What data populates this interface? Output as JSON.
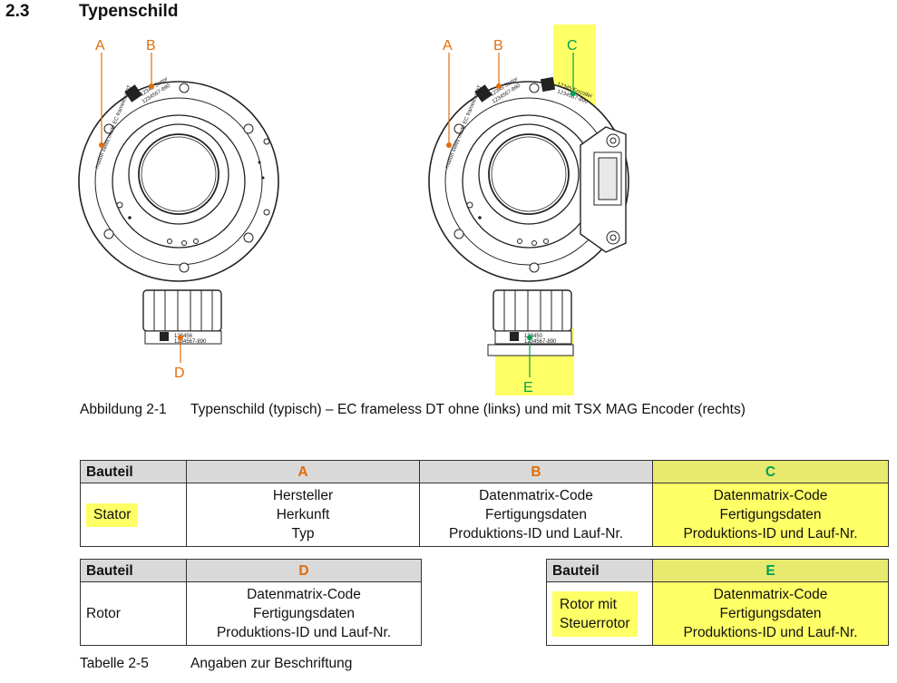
{
  "section": {
    "number": "2.3",
    "title": "Typenschild"
  },
  "figure": {
    "labels": {
      "a": "A",
      "b": "B",
      "c": "C",
      "d": "D",
      "e": "E"
    },
    "plate_text": {
      "left_stator_a": "maxon swiss made EC frameless DT",
      "stator_b_line1": "12345 Stator",
      "stator_b_line2": "1234567-890",
      "rotor_d_line1": "123456",
      "rotor_d_line2": "1234567-890",
      "right_stator_b_line1": "12345 Stator",
      "right_stator_b_line2": "1234567-890",
      "right_c_line1": "12345 Encoder",
      "right_c_line2": "1234567-890",
      "right_e_line1": "123450",
      "right_e_line2": "1234567-890"
    },
    "caption_number": "Abbildung 2-1",
    "caption_text": "Typenschild (typisch) – EC frameless DT ohne (links) und mit TSX MAG Encoder (rechts)",
    "colors": {
      "orange": "#e46c0a",
      "green": "#00a050",
      "highlight": "#ffff66"
    }
  },
  "table1": {
    "header": [
      "Bauteil",
      "A",
      "B",
      "C"
    ],
    "row_label": "Stator",
    "cells": [
      [
        "Hersteller",
        "Herkunft",
        "Typ"
      ],
      [
        "Datenmatrix-Code",
        "Fertigungsdaten",
        "Produktions-ID und Lauf-Nr."
      ],
      [
        "Datenmatrix-Code",
        "Fertigungsdaten",
        "Produktions-ID und Lauf-Nr."
      ]
    ]
  },
  "table2": {
    "header": [
      "Bauteil",
      "D"
    ],
    "row_label": "Rotor",
    "cell": [
      "Datenmatrix-Code",
      "Fertigungsdaten",
      "Produktions-ID und Lauf-Nr."
    ]
  },
  "table3": {
    "header": [
      "Bauteil",
      "E"
    ],
    "row_label_line1": "Rotor mit",
    "row_label_line2": "Steuerrotor",
    "cell": [
      "Datenmatrix-Code",
      "Fertigungsdaten",
      "Produktions-ID und Lauf-Nr."
    ]
  },
  "table_caption": {
    "number": "Tabelle 2-5",
    "text": "Angaben zur Beschriftung"
  }
}
